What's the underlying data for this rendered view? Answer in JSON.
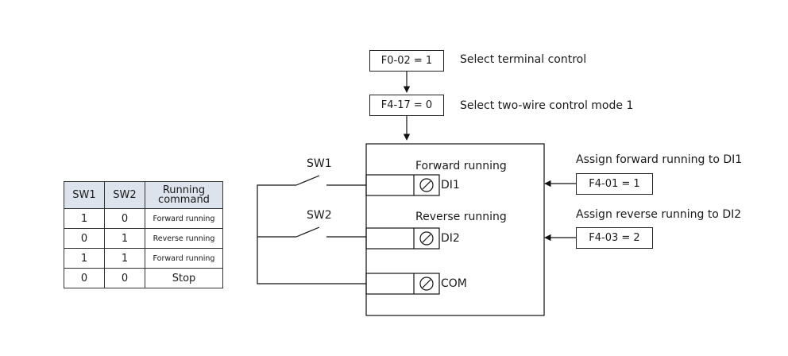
{
  "params": {
    "f0_02": {
      "code": "F0-02 = 1",
      "desc": "Select terminal control"
    },
    "f4_17": {
      "code": "F4-17 = 0",
      "desc": "Select two-wire control mode 1"
    },
    "f4_01": {
      "code": "F4-01 = 1",
      "desc": "Assign forward running to DI1"
    },
    "f4_03": {
      "code": "F4-03 = 2",
      "desc": "Assign reverse running to DI2"
    }
  },
  "drive": {
    "di1_function": "Forward running",
    "di2_function": "Reverse running",
    "terminals": [
      "DI1",
      "DI2",
      "COM"
    ]
  },
  "switches": [
    "SW1",
    "SW2"
  ],
  "table": {
    "headers": [
      "SW1",
      "SW2",
      "Running command"
    ],
    "rows": [
      [
        "1",
        "0",
        "Forward running"
      ],
      [
        "0",
        "1",
        "Reverse running"
      ],
      [
        "1",
        "1",
        "Forward running"
      ],
      [
        "0",
        "0",
        "Stop"
      ]
    ]
  }
}
